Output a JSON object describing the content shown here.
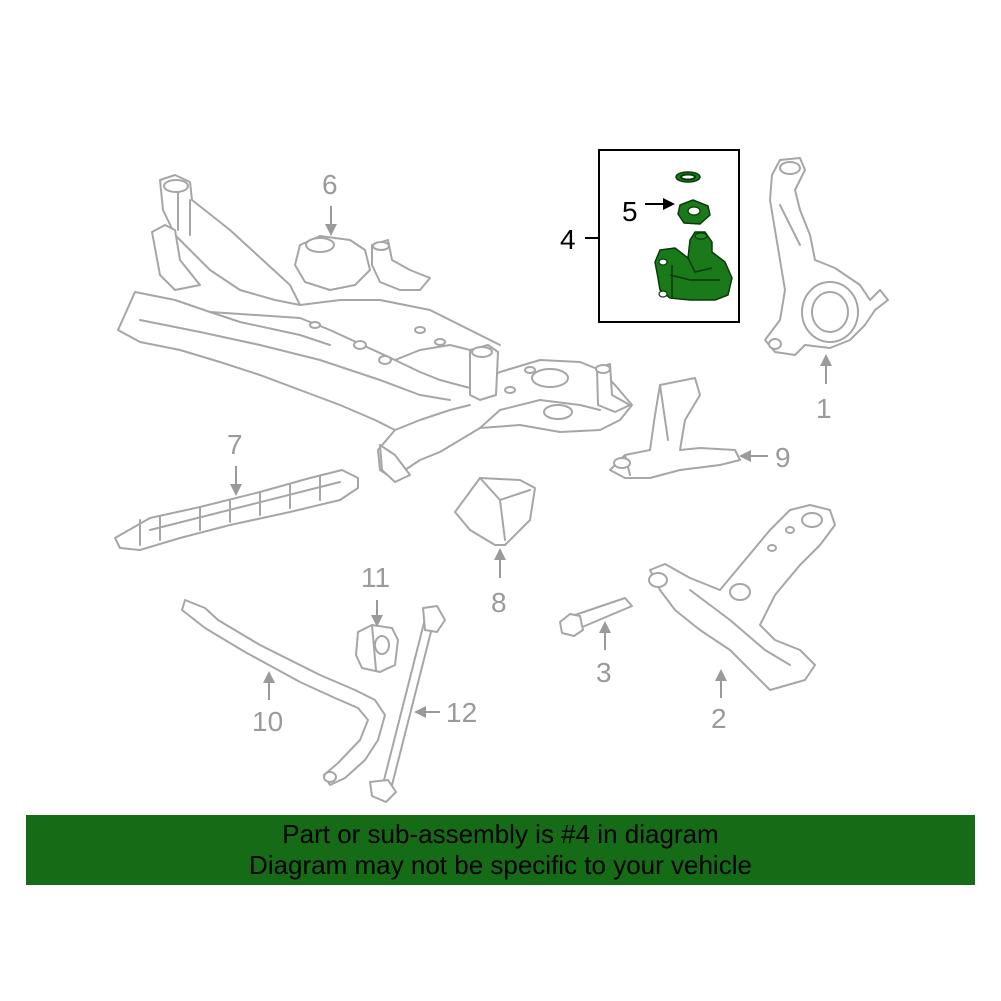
{
  "callouts": {
    "c1": "1",
    "c2": "2",
    "c3": "3",
    "c4": "4",
    "c5": "5",
    "c6": "6",
    "c7": "7",
    "c8": "8",
    "c9": "9",
    "c10": "10",
    "c11": "11",
    "c12": "12"
  },
  "highlighted_part": "4",
  "colors": {
    "banner_bg": "#166b16",
    "part_highlight": "#1a7a1a",
    "line_art": "#a6a6a6"
  },
  "banner": {
    "line1": "Part or sub-assembly is #4 in diagram",
    "line2": "Diagram may not be specific to your vehicle"
  }
}
